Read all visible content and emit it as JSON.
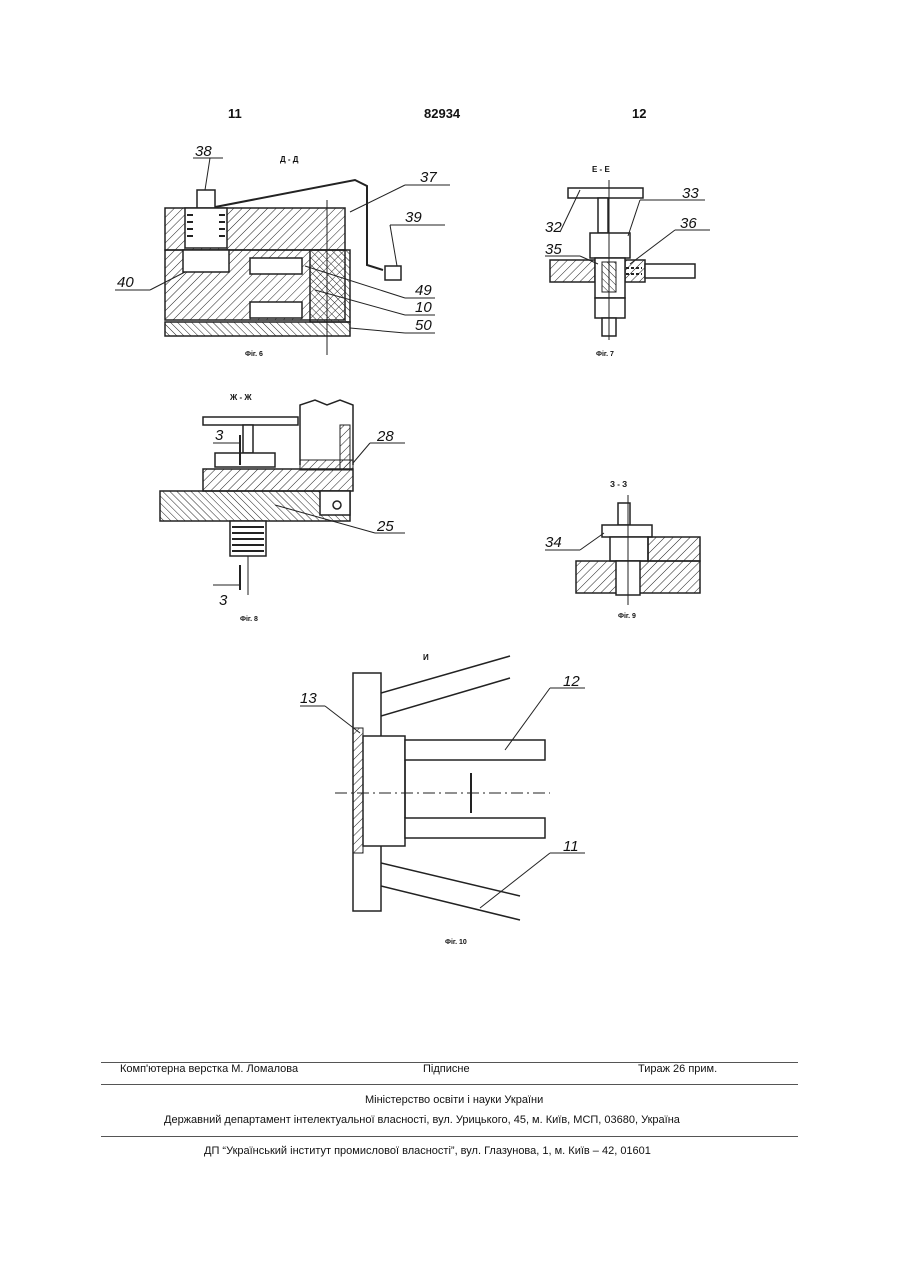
{
  "header": {
    "left_page": "11",
    "patent_number": "82934",
    "right_page": "12"
  },
  "fig6": {
    "section": "Д - Д",
    "caption": "Фіг. 6",
    "labels": [
      "38",
      "37",
      "39",
      "40",
      "49",
      "10",
      "50"
    ]
  },
  "fig7": {
    "section": "Е - Е",
    "caption": "Фіг. 7",
    "labels": [
      "32",
      "33",
      "36",
      "35"
    ]
  },
  "fig8": {
    "section": "Ж - Ж",
    "caption": "Фіг. 8",
    "labels": [
      "3",
      "28",
      "25",
      "3"
    ]
  },
  "fig9": {
    "section": "З - З",
    "caption": "Фіг. 9",
    "labels": [
      "34"
    ]
  },
  "fig10": {
    "section": "И",
    "caption": "Фіг. 10",
    "labels": [
      "13",
      "12",
      "11"
    ]
  },
  "footer": {
    "layout": "Комп'ютерна верстка М. Ломалова",
    "signed": "Підписне",
    "circulation": "Тираж 26 прим.",
    "ministry": "Міністерство освіти і науки України",
    "department": "Державний департамент інтелектуальної власності, вул. Урицького, 45, м. Київ, МСП, 03680, Україна",
    "institute": "ДП “Український інститут промислової власності”, вул. Глазунова, 1, м. Київ – 42, 01601"
  }
}
